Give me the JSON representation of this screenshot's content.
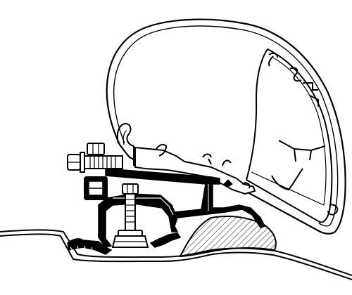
{
  "diagram": {
    "colors": {
      "background": "#ffffff",
      "stroke": "#000000",
      "fill_dark": "#000000",
      "fill_light": "#ffffff",
      "hatch": "#000000"
    },
    "components": [
      "awning-case-profile",
      "case-mount-rail",
      "adapter-bracket-profile",
      "clamp-bolt-assembly",
      "vehicle-roof-panel",
      "roof-gutter-hatched-section",
      "rubber-seal-strip",
      "vertical-anchor-bolt"
    ]
  }
}
